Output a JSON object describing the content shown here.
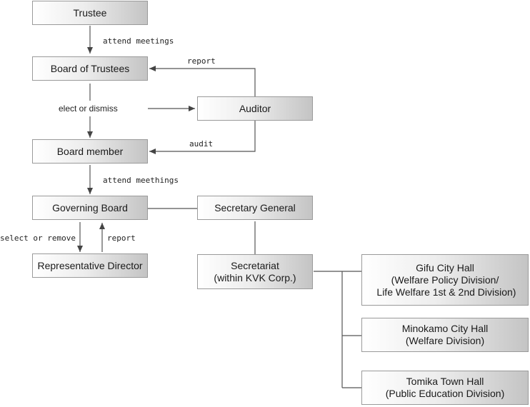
{
  "boxes": {
    "trustee": "Trustee",
    "board_of_trustees": "Board of Trustees",
    "auditor": "Auditor",
    "board_member": "Board member",
    "governing_board": "Governing Board",
    "representative_director": "Representative Director",
    "secretary_general": "Secretary General",
    "secretariat": {
      "line1": "Secretariat",
      "line2": "(within KVK Corp.)"
    },
    "gifu": {
      "line1": "Gifu City Hall",
      "line2": "(Welfare Policy Division/",
      "line3": " Life Welfare 1st & 2nd Division)"
    },
    "minokamo": {
      "line1": "Minokamo City Hall",
      "line2": "(Welfare Division)"
    },
    "tomika": {
      "line1": "Tomika Town Hall",
      "line2": "(Public Education Division)"
    }
  },
  "labels": {
    "attend_meetings": "attend meetings",
    "report_top": "report",
    "elect_or_dismiss": "elect or dismiss",
    "audit": "audit",
    "attend_meethings": "attend meethings",
    "select_or_remove": "select or remove",
    "report_bottom": "report"
  }
}
